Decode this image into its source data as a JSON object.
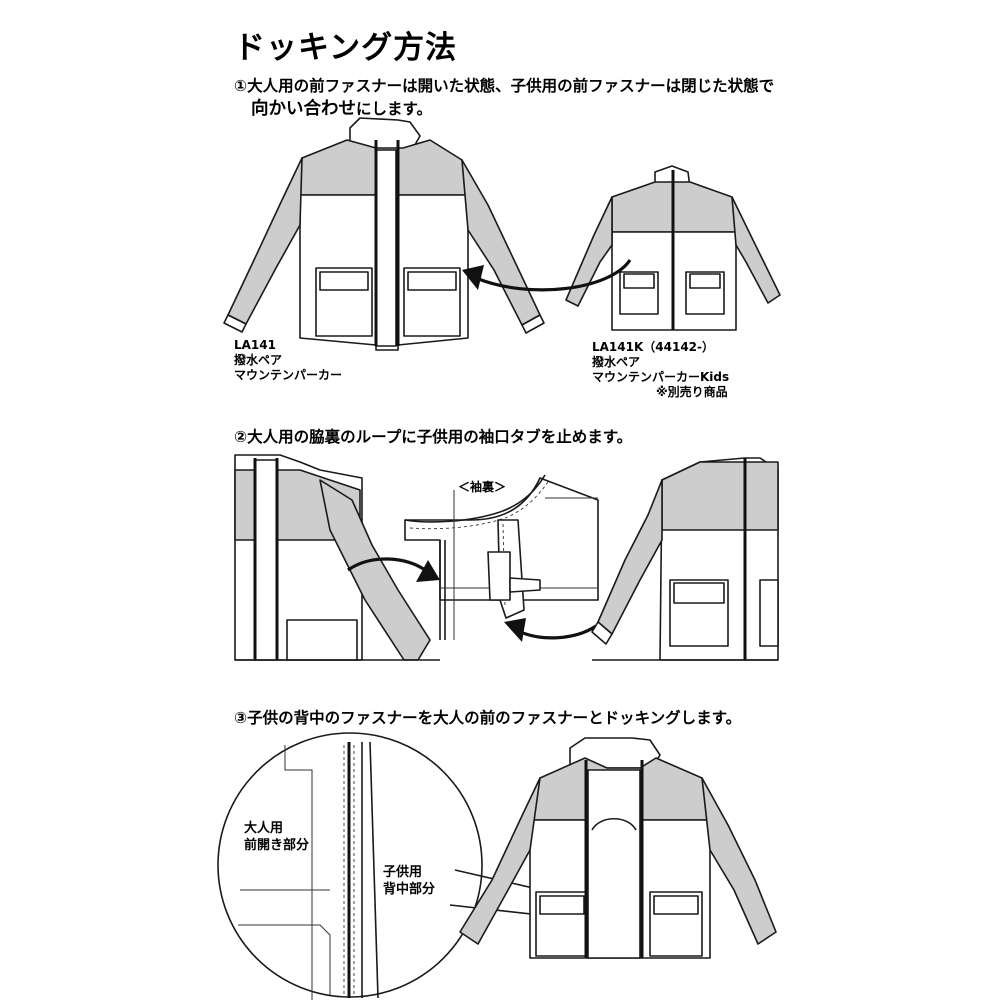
{
  "title": "ドッキング方法",
  "step1": {
    "line1": "①大人用の前ファスナーは開いた状態、子供用の前ファスナーは閉じた状態で",
    "line2_emph": "向かい合わせ",
    "line2_rest": "にします。"
  },
  "adult_product": {
    "code": "LA141",
    "line2": "撥水ペア",
    "line3": "マウンテンパーカー"
  },
  "kids_product": {
    "code": "LA141K（44142-）",
    "line2": "撥水ペア",
    "line3": "マウンテンパーカーKids",
    "note": "※別売り商品"
  },
  "step2": {
    "text": "②大人用の脇裏のループに子供用の袖口タブを止めます。",
    "sleeve_label": "＜袖裏＞"
  },
  "step3": {
    "text": "③子供の背中のファスナーを大人の前のファスナーとドッキングします。",
    "adult_part_line1": "大人用",
    "adult_part_line2": "前開き部分",
    "child_part_line1": "子供用",
    "child_part_line2": "背中部分"
  },
  "colors": {
    "panel_gray": "#cdcdcd",
    "panel_white": "#ffffff",
    "line": "#1a1a1a"
  }
}
